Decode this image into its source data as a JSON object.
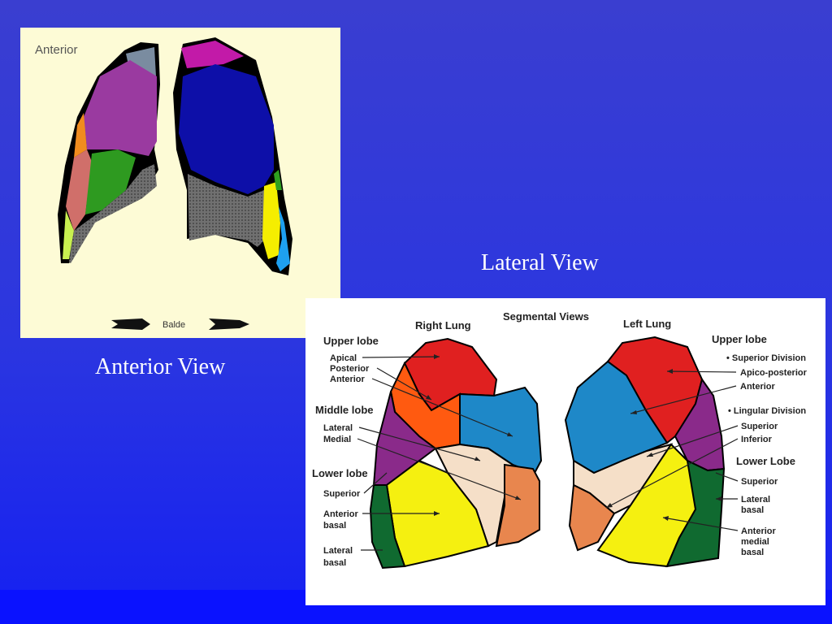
{
  "slide": {
    "anterior_caption": "Anterior View",
    "lateral_caption": "Lateral View"
  },
  "anterior_panel": {
    "corner_label": "Anterior",
    "top_right_note": "",
    "bottom_label": "Balde"
  },
  "lateral_panel": {
    "title": "Segmental Views",
    "right_lung": "Right Lung",
    "left_lung": "Left Lung",
    "right_labels": {
      "upper_lobe": "Upper lobe",
      "apical": "Apical",
      "posterior": "Posterior",
      "anterior": "Anterior",
      "middle_lobe": "Middle lobe",
      "lateral": "Lateral",
      "medial": "Medial",
      "lower_lobe": "Lower lobe",
      "superior": "Superior",
      "anterior_basal_1": "Anterior",
      "anterior_basal_2": "basal",
      "lateral_basal_1": "Lateral",
      "lateral_basal_2": "basal"
    },
    "left_labels": {
      "upper_lobe": "Upper lobe",
      "superior_division": "• Superior Division",
      "apico_posterior": "Apico-posterior",
      "anterior": "Anterior",
      "lingular_division": "• Lingular Division",
      "superior": "Superior",
      "inferior": "Inferior",
      "lower_lobe": "Lower Lobe",
      "lower_superior": "Superior",
      "lateral_basal_1": "Lateral",
      "lateral_basal_2": "basal",
      "anterior_medial_basal_1": "Anterior",
      "anterior_medial_basal_2": "medial",
      "anterior_medial_basal_3": "basal"
    }
  }
}
